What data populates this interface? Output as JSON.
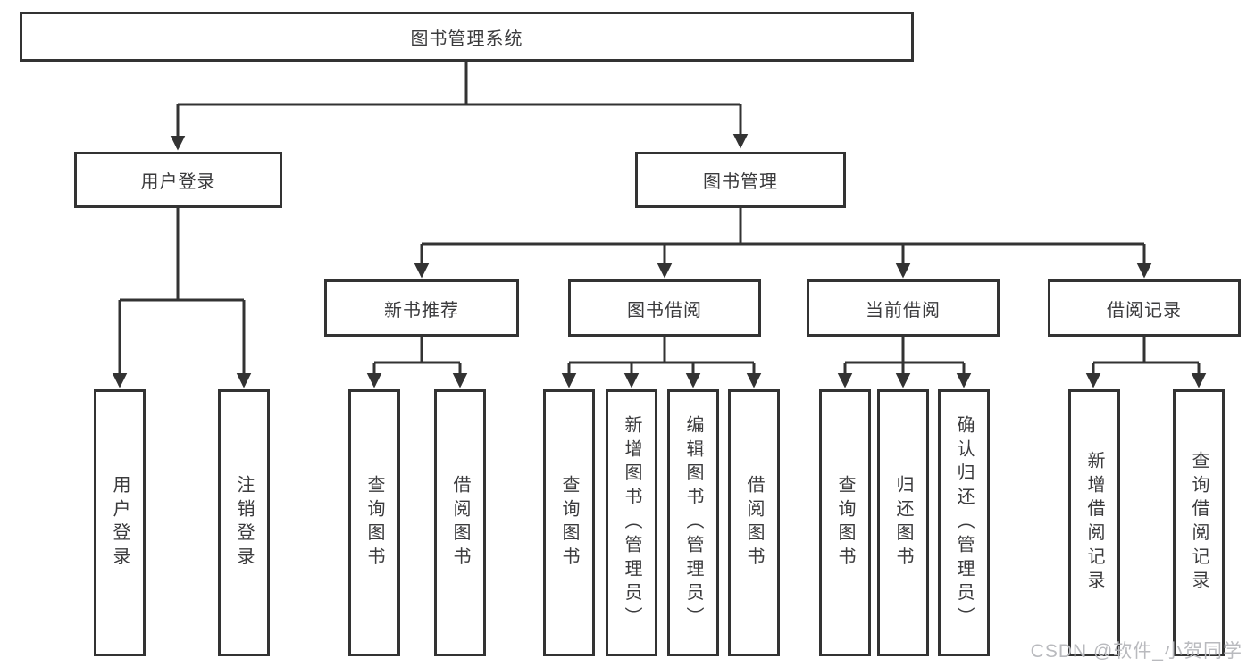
{
  "colors": {
    "line": "#333333",
    "text": "#3b3b3d",
    "watermark": "#b9babe",
    "background": "#ffffff"
  },
  "watermark": {
    "text": "CSDN @软件_小贺同学"
  },
  "tree": {
    "label": "图书管理系统",
    "children": [
      {
        "label": "用户登录",
        "children": [
          {
            "label": "用户登录"
          },
          {
            "label": "注销登录"
          }
        ]
      },
      {
        "label": "图书管理",
        "children": [
          {
            "label": "新书推荐",
            "children": [
              {
                "label": "查询图书"
              },
              {
                "label": "借阅图书"
              }
            ]
          },
          {
            "label": "图书借阅",
            "children": [
              {
                "label": "查询图书"
              },
              {
                "label": "新增图书（管理员）"
              },
              {
                "label": "编辑图书（管理员）"
              },
              {
                "label": "借阅图书"
              }
            ]
          },
          {
            "label": "当前借阅",
            "children": [
              {
                "label": "查询图书"
              },
              {
                "label": "归还图书"
              },
              {
                "label": "确认归还（管理员）"
              }
            ]
          },
          {
            "label": "借阅记录",
            "children": [
              {
                "label": "新增借阅记录"
              },
              {
                "label": "查询借阅记录"
              }
            ]
          }
        ]
      }
    ]
  }
}
